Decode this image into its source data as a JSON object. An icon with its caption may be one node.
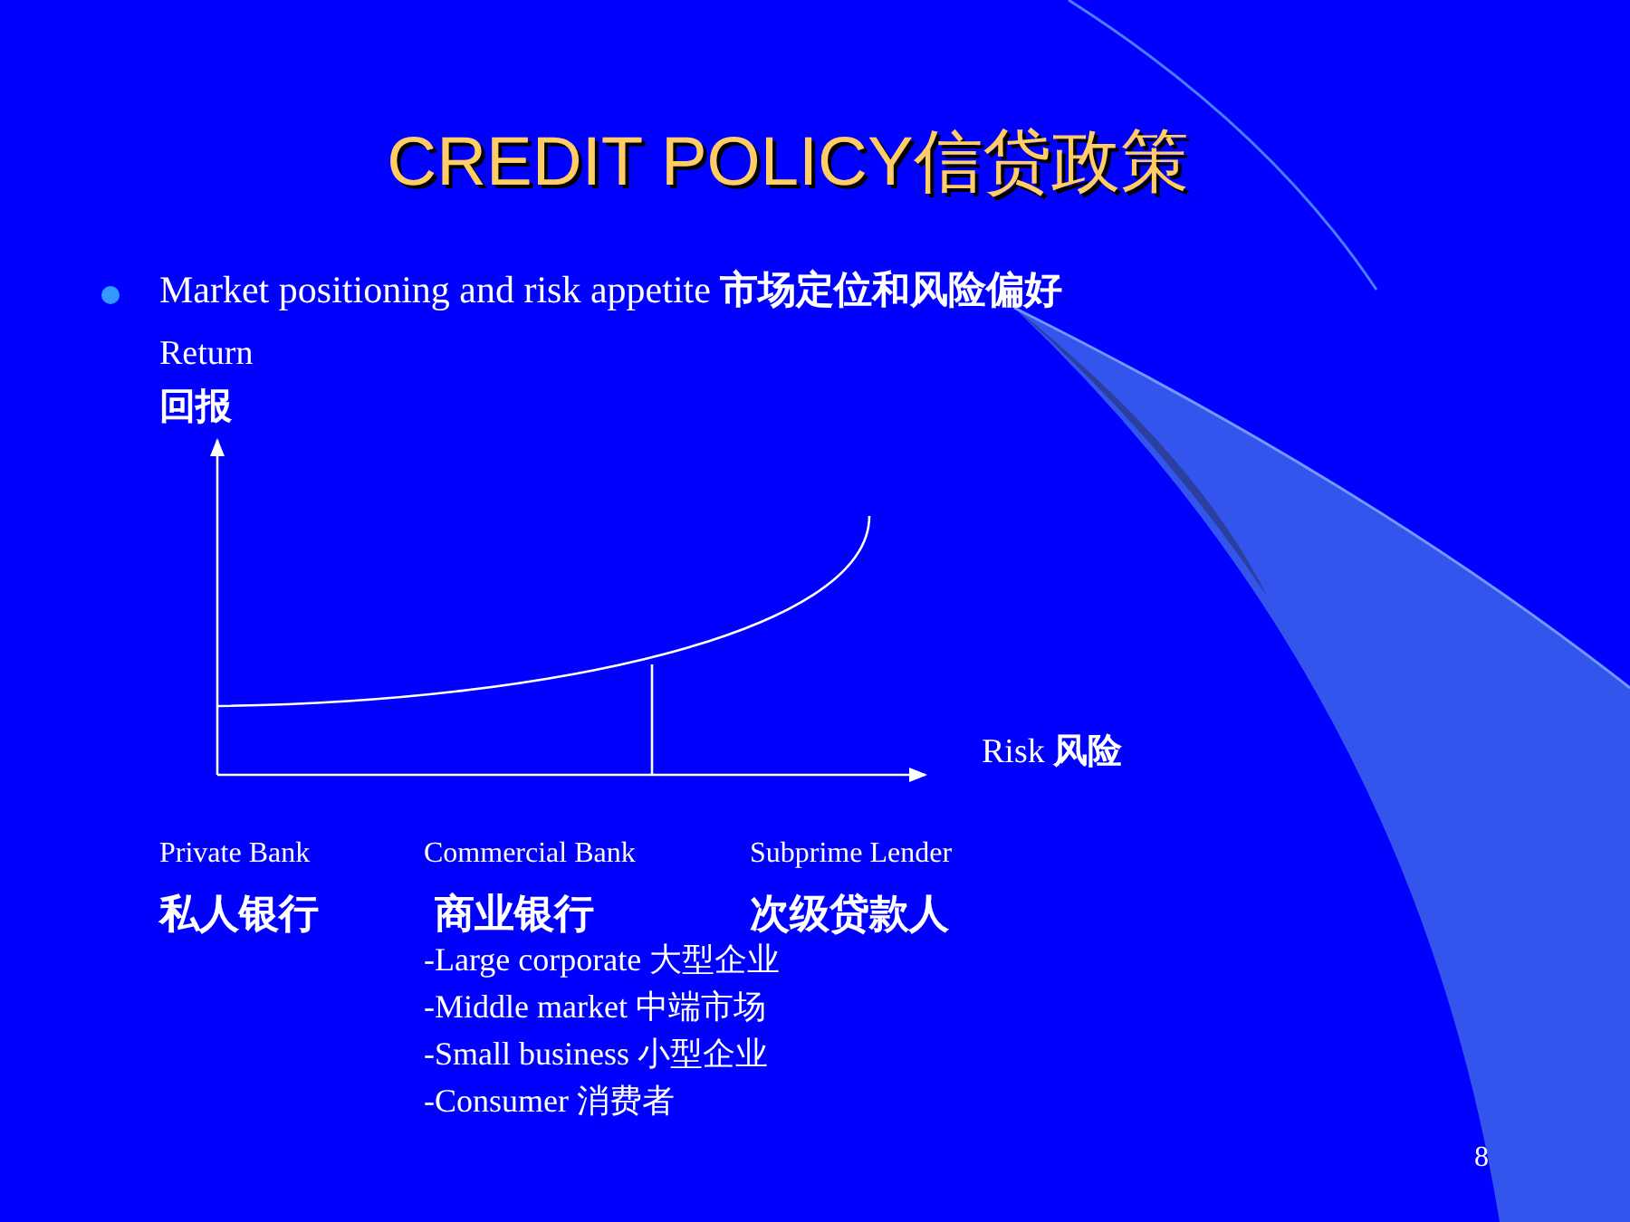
{
  "diagram": {
    "title": "CREDIT POLICY信贷政策",
    "labels": [
      "Market positioning and risk appetite **市场定位和风险偏好**",
      "Return",
      "**回报**",
      "Risk **风险**",
      "Private Bank",
      "Commercial Bank",
      "Subprime Lender",
      "私人银行",
      "商业银行",
      "次级贷款人",
      "-Large corporate 大型企业",
      "-Middle market 中端市场",
      "-Small business 小型企业",
      "-Consumer 消费者",
      "8"
    ]
  }
}
